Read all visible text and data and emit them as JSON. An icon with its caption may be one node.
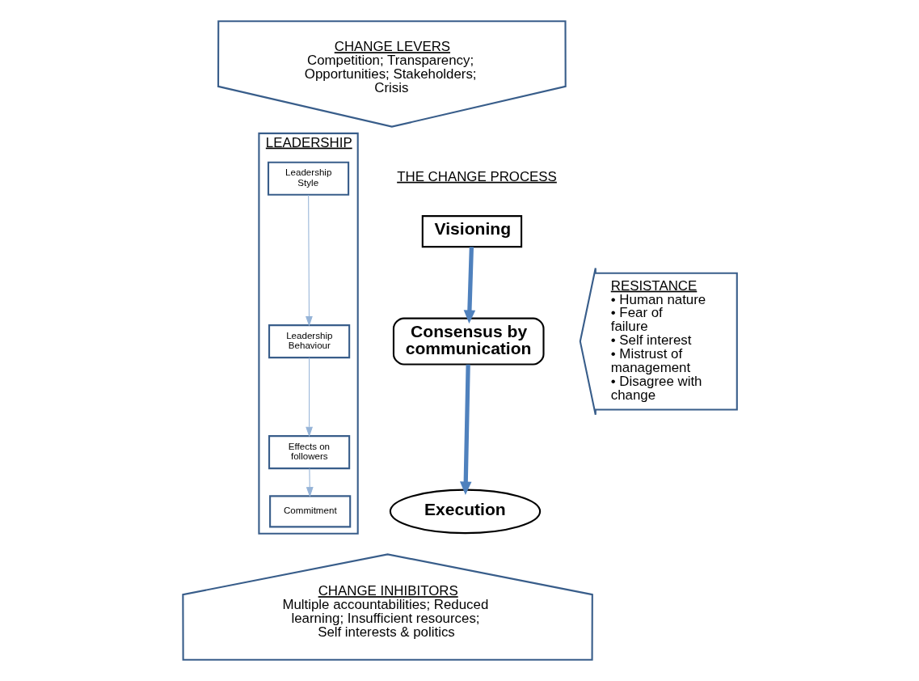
{
  "diagram": {
    "nodes": [
      {
        "text": [
          "CHANGE LEVERS",
          "Competition; Transparency; Opportunities; Stakeholders; Crisis"
        ]
      },
      {
        "text": [
          "LEADERSHIP"
        ]
      },
      {
        "text": [
          "Leadership Style"
        ],
        "in": 1
      },
      {
        "text": [
          "Leadership Behaviour"
        ],
        "in": 1
      },
      {
        "text": [
          "Effects on followers"
        ],
        "in": 1
      },
      {
        "text": [
          "Commitment"
        ],
        "in": 1
      },
      {
        "text": [
          "RESISTANCE",
          "• Human nature",
          "• Fear of failure",
          "• Self interest",
          "• Mistrust of management",
          "• Disagree with change"
        ]
      },
      {
        "text": [
          "Visioning"
        ]
      },
      {
        "text": [
          "Consensus by communication"
        ]
      },
      {
        "text": [
          "Execution"
        ]
      },
      {
        "text": [
          "CHANGE INHIBITORS",
          "Multiple accountabilities; Reduced learning; Insufficient resources; Self interests & politics"
        ]
      }
    ],
    "edges": [
      {
        "from": 2,
        "to": 3,
        "arrow": "to"
      },
      {
        "from": 3,
        "to": 4,
        "arrow": "to"
      },
      {
        "from": 4,
        "to": 5,
        "arrow": "to"
      },
      {
        "from": 7,
        "to": 8,
        "arrow": "to",
        "style": "thick",
        "color": "#4f81bd"
      },
      {
        "from": 8,
        "to": 9,
        "arrow": "to",
        "style": "thick",
        "color": "#4f81bd"
      }
    ],
    "labels": [
      "THE CHANGE PROCESS"
    ]
  }
}
